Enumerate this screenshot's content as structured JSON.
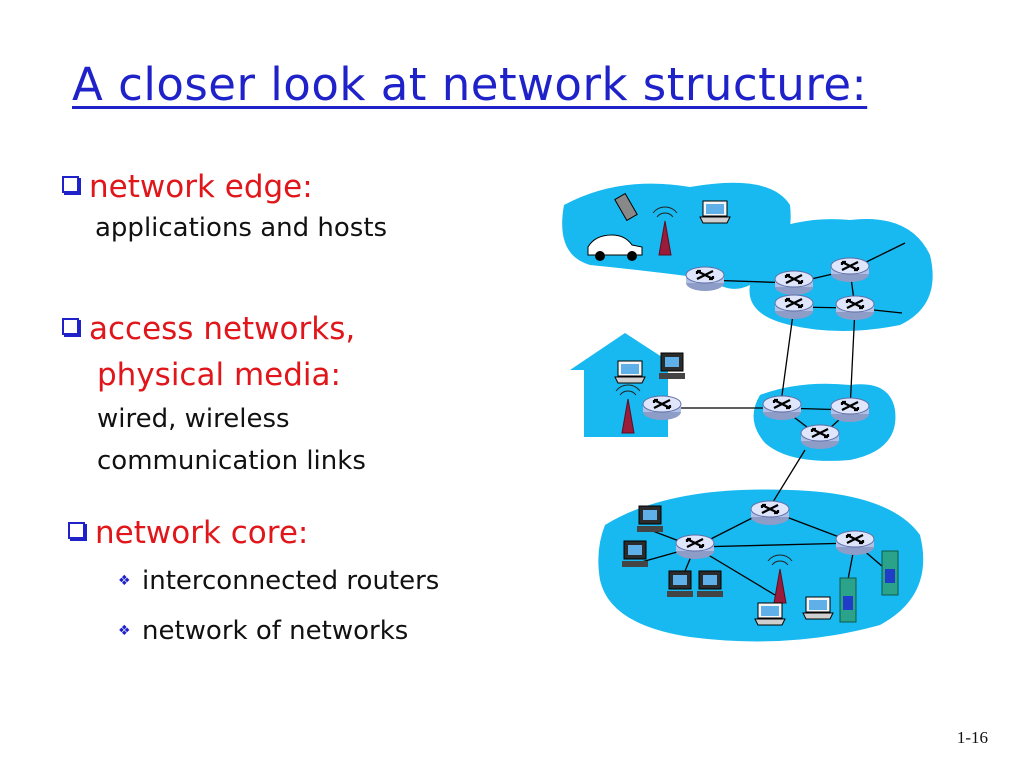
{
  "slide": {
    "title": "A closer look at network structure:",
    "page_number": "1-16"
  },
  "bullets": [
    {
      "heading": "network edge:",
      "text": "applications and hosts"
    },
    {
      "heading_line1": "access networks,",
      "heading_line2": "physical media:",
      "text_line1": "wired, wireless",
      "text_line2": "communication links"
    },
    {
      "heading": "network core:",
      "subitems": [
        "interconnected routers",
        "network of networks"
      ]
    }
  ],
  "colors": {
    "title": "#1f22c9",
    "heading": "#e0161b",
    "cloud": "#17b9f0",
    "router": "#c9d3ee"
  }
}
